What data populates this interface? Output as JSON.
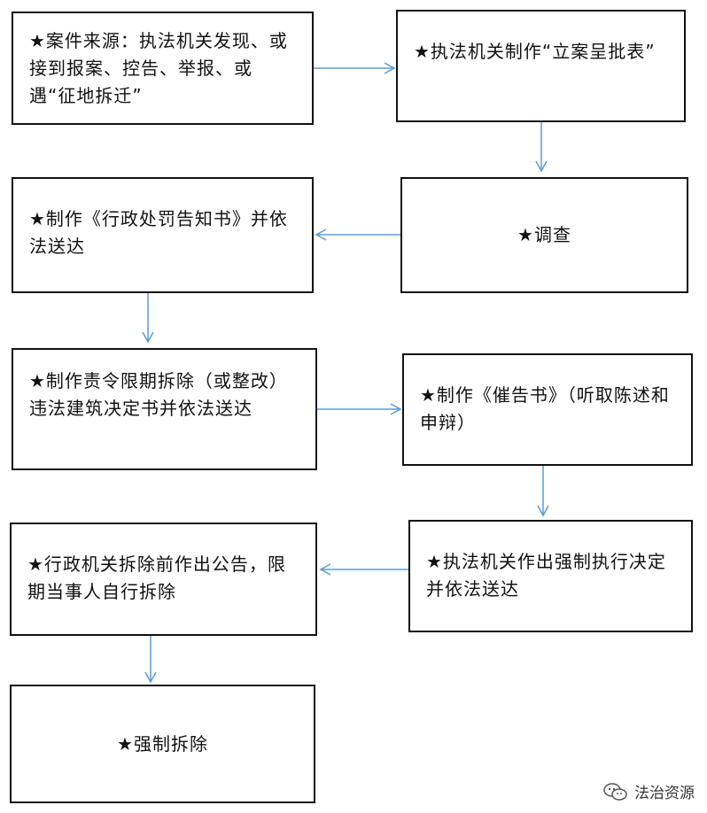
{
  "flowchart": {
    "steps": [
      {
        "id": "source",
        "text": "★案件来源：执法机关发现、或接到报案、控告、举报、或遇“征地拆迁”"
      },
      {
        "id": "filing",
        "text": "★执法机关制作“立案呈批表”"
      },
      {
        "id": "investigate",
        "text": "★调查"
      },
      {
        "id": "penalty-notice",
        "text": "★制作《行政处罚告知书》并依法送达"
      },
      {
        "id": "demolition-order",
        "text": "★制作责令限期拆除（或整改）违法建筑决定书并依法送达"
      },
      {
        "id": "urge-notice",
        "text": "★制作《催告书》（听取陈述和申辩）"
      },
      {
        "id": "enforcement-decision",
        "text": "★执法机关作出强制执行决定并依法送达"
      },
      {
        "id": "announcement",
        "text": "★行政机关拆除前作出公告，限期当事人自行拆除"
      },
      {
        "id": "forced-demolition",
        "text": "★强制拆除"
      }
    ]
  },
  "watermark": {
    "text": "法治资源",
    "icon": "wechat-icon"
  },
  "colors": {
    "arrow": "#5b9bd5",
    "border": "#111111"
  }
}
